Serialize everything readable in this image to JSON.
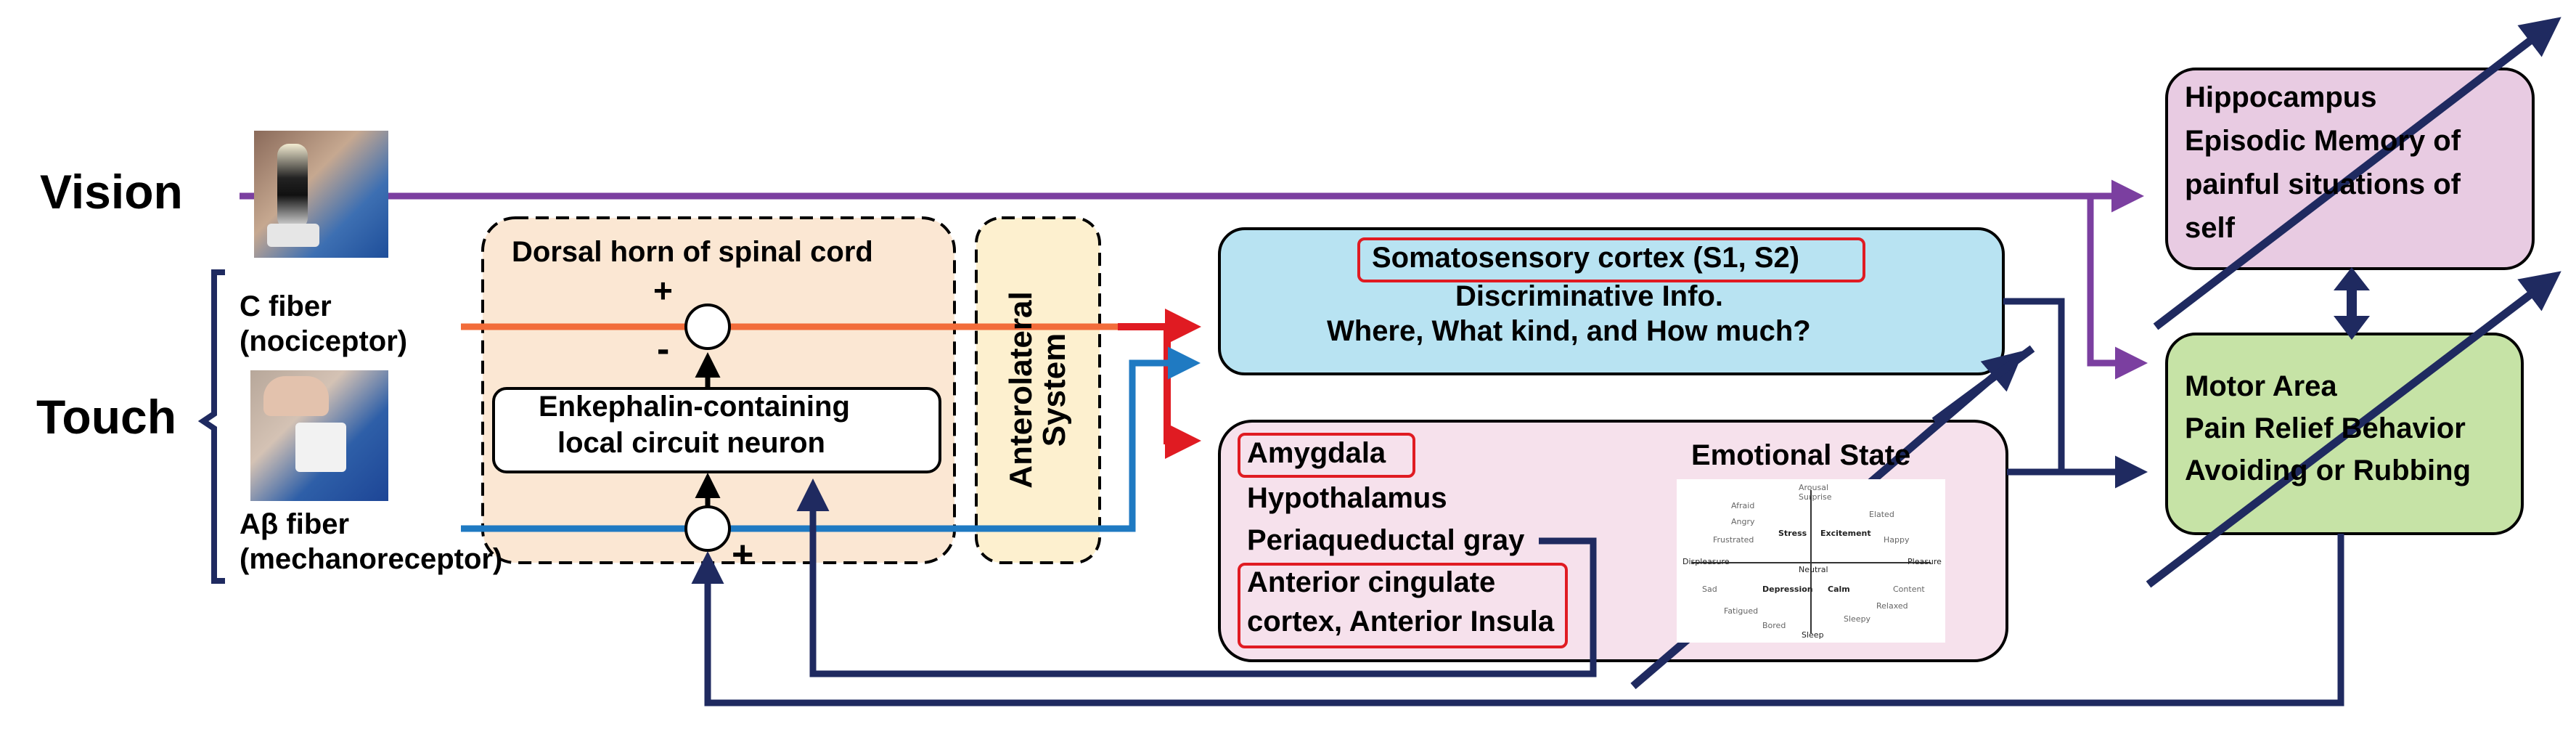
{
  "inputs": {
    "vision": "Vision",
    "touch": "Touch",
    "c_fiber_line1": "C fiber",
    "c_fiber_line2": "(nociceptor)",
    "ab_fiber_line1": "Aβ fiber",
    "ab_fiber_line2": "(mechanoreceptor)"
  },
  "dorsal_horn": {
    "title": "Dorsal horn of spinal cord",
    "plus_top": "+",
    "minus_top": "-",
    "neuron_line1": "Enkephalin-containing",
    "neuron_line2": "local circuit neuron",
    "plus_bottom": "+"
  },
  "anterolateral": {
    "line1": "Anterolateral",
    "line2": "System"
  },
  "somatosensory": {
    "title": "Somatosensory cortex (S1, S2)",
    "line2": "Discriminative Info.",
    "line3": "Where, What kind, and How much?"
  },
  "limbic": {
    "amygdala": "Amygdala",
    "hypothalamus": "Hypothalamus",
    "pag": "Periaqueductal gray",
    "acc_line1": "Anterior cingulate",
    "acc_line2": "cortex, Anterior Insula",
    "emotional_state": "Emotional State"
  },
  "emotion_map": {
    "top": "Arousal",
    "top2": "Surprise",
    "afraid": "Afraid",
    "angry": "Angry",
    "frustrated": "Frustrated",
    "elated": "Elated",
    "happy": "Happy",
    "stress": "Stress",
    "excitement": "Excitement",
    "left": "Displeasure",
    "neutral": "Neutral",
    "right": "Pleasure",
    "sad": "Sad",
    "depression": "Depression",
    "calm": "Calm",
    "content": "Content",
    "fatigued": "Fatigued",
    "bored": "Bored",
    "sleepy": "Sleepy",
    "relaxed": "Relaxed",
    "bottom": "Sleep"
  },
  "hippocampus": {
    "line1": "Hippocampus",
    "line2": "Episodic Memory of",
    "line3": "painful situations of",
    "line4": "self"
  },
  "motor": {
    "line1": "Motor Area",
    "line2": "Pain Relief Behavior",
    "line3": "Avoiding or Rubbing"
  },
  "colors": {
    "purple": "#7b3fa0",
    "navy": "#1f2a60",
    "red": "#e01b22",
    "orange_line": "#f26c3a",
    "blue_line": "#1f7ac2",
    "dorsal_fill": "#fbe7d3",
    "antero_fill": "#fdf0cf",
    "somato_fill": "#b8e3f2",
    "limbic_fill": "#f6e1ec",
    "hippo_fill": "#e8cbe2",
    "motor_fill": "#c6e3a6"
  }
}
